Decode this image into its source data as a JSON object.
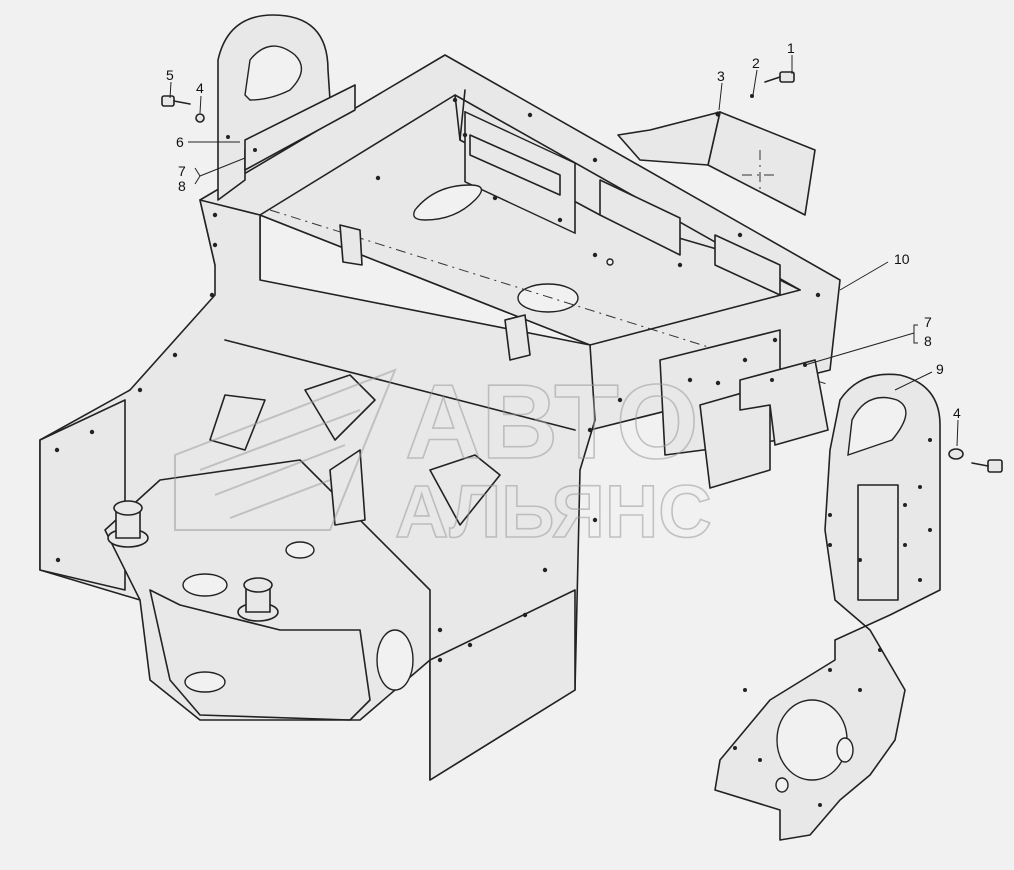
{
  "callouts": [
    {
      "id": "c1",
      "label": "1"
    },
    {
      "id": "c2",
      "label": "2"
    },
    {
      "id": "c3",
      "label": "3"
    },
    {
      "id": "c5",
      "label": "5"
    },
    {
      "id": "c4a",
      "label": "4"
    },
    {
      "id": "c6",
      "label": "6"
    },
    {
      "id": "c7a",
      "label": "7"
    },
    {
      "id": "c8a",
      "label": "8"
    },
    {
      "id": "c10",
      "label": "10"
    },
    {
      "id": "c7b",
      "label": "7"
    },
    {
      "id": "c8b",
      "label": "8"
    },
    {
      "id": "c9",
      "label": "9"
    },
    {
      "id": "c4b",
      "label": "4"
    }
  ],
  "watermark": {
    "line1": "АВТО",
    "line2": "АЛЬЯНС"
  }
}
